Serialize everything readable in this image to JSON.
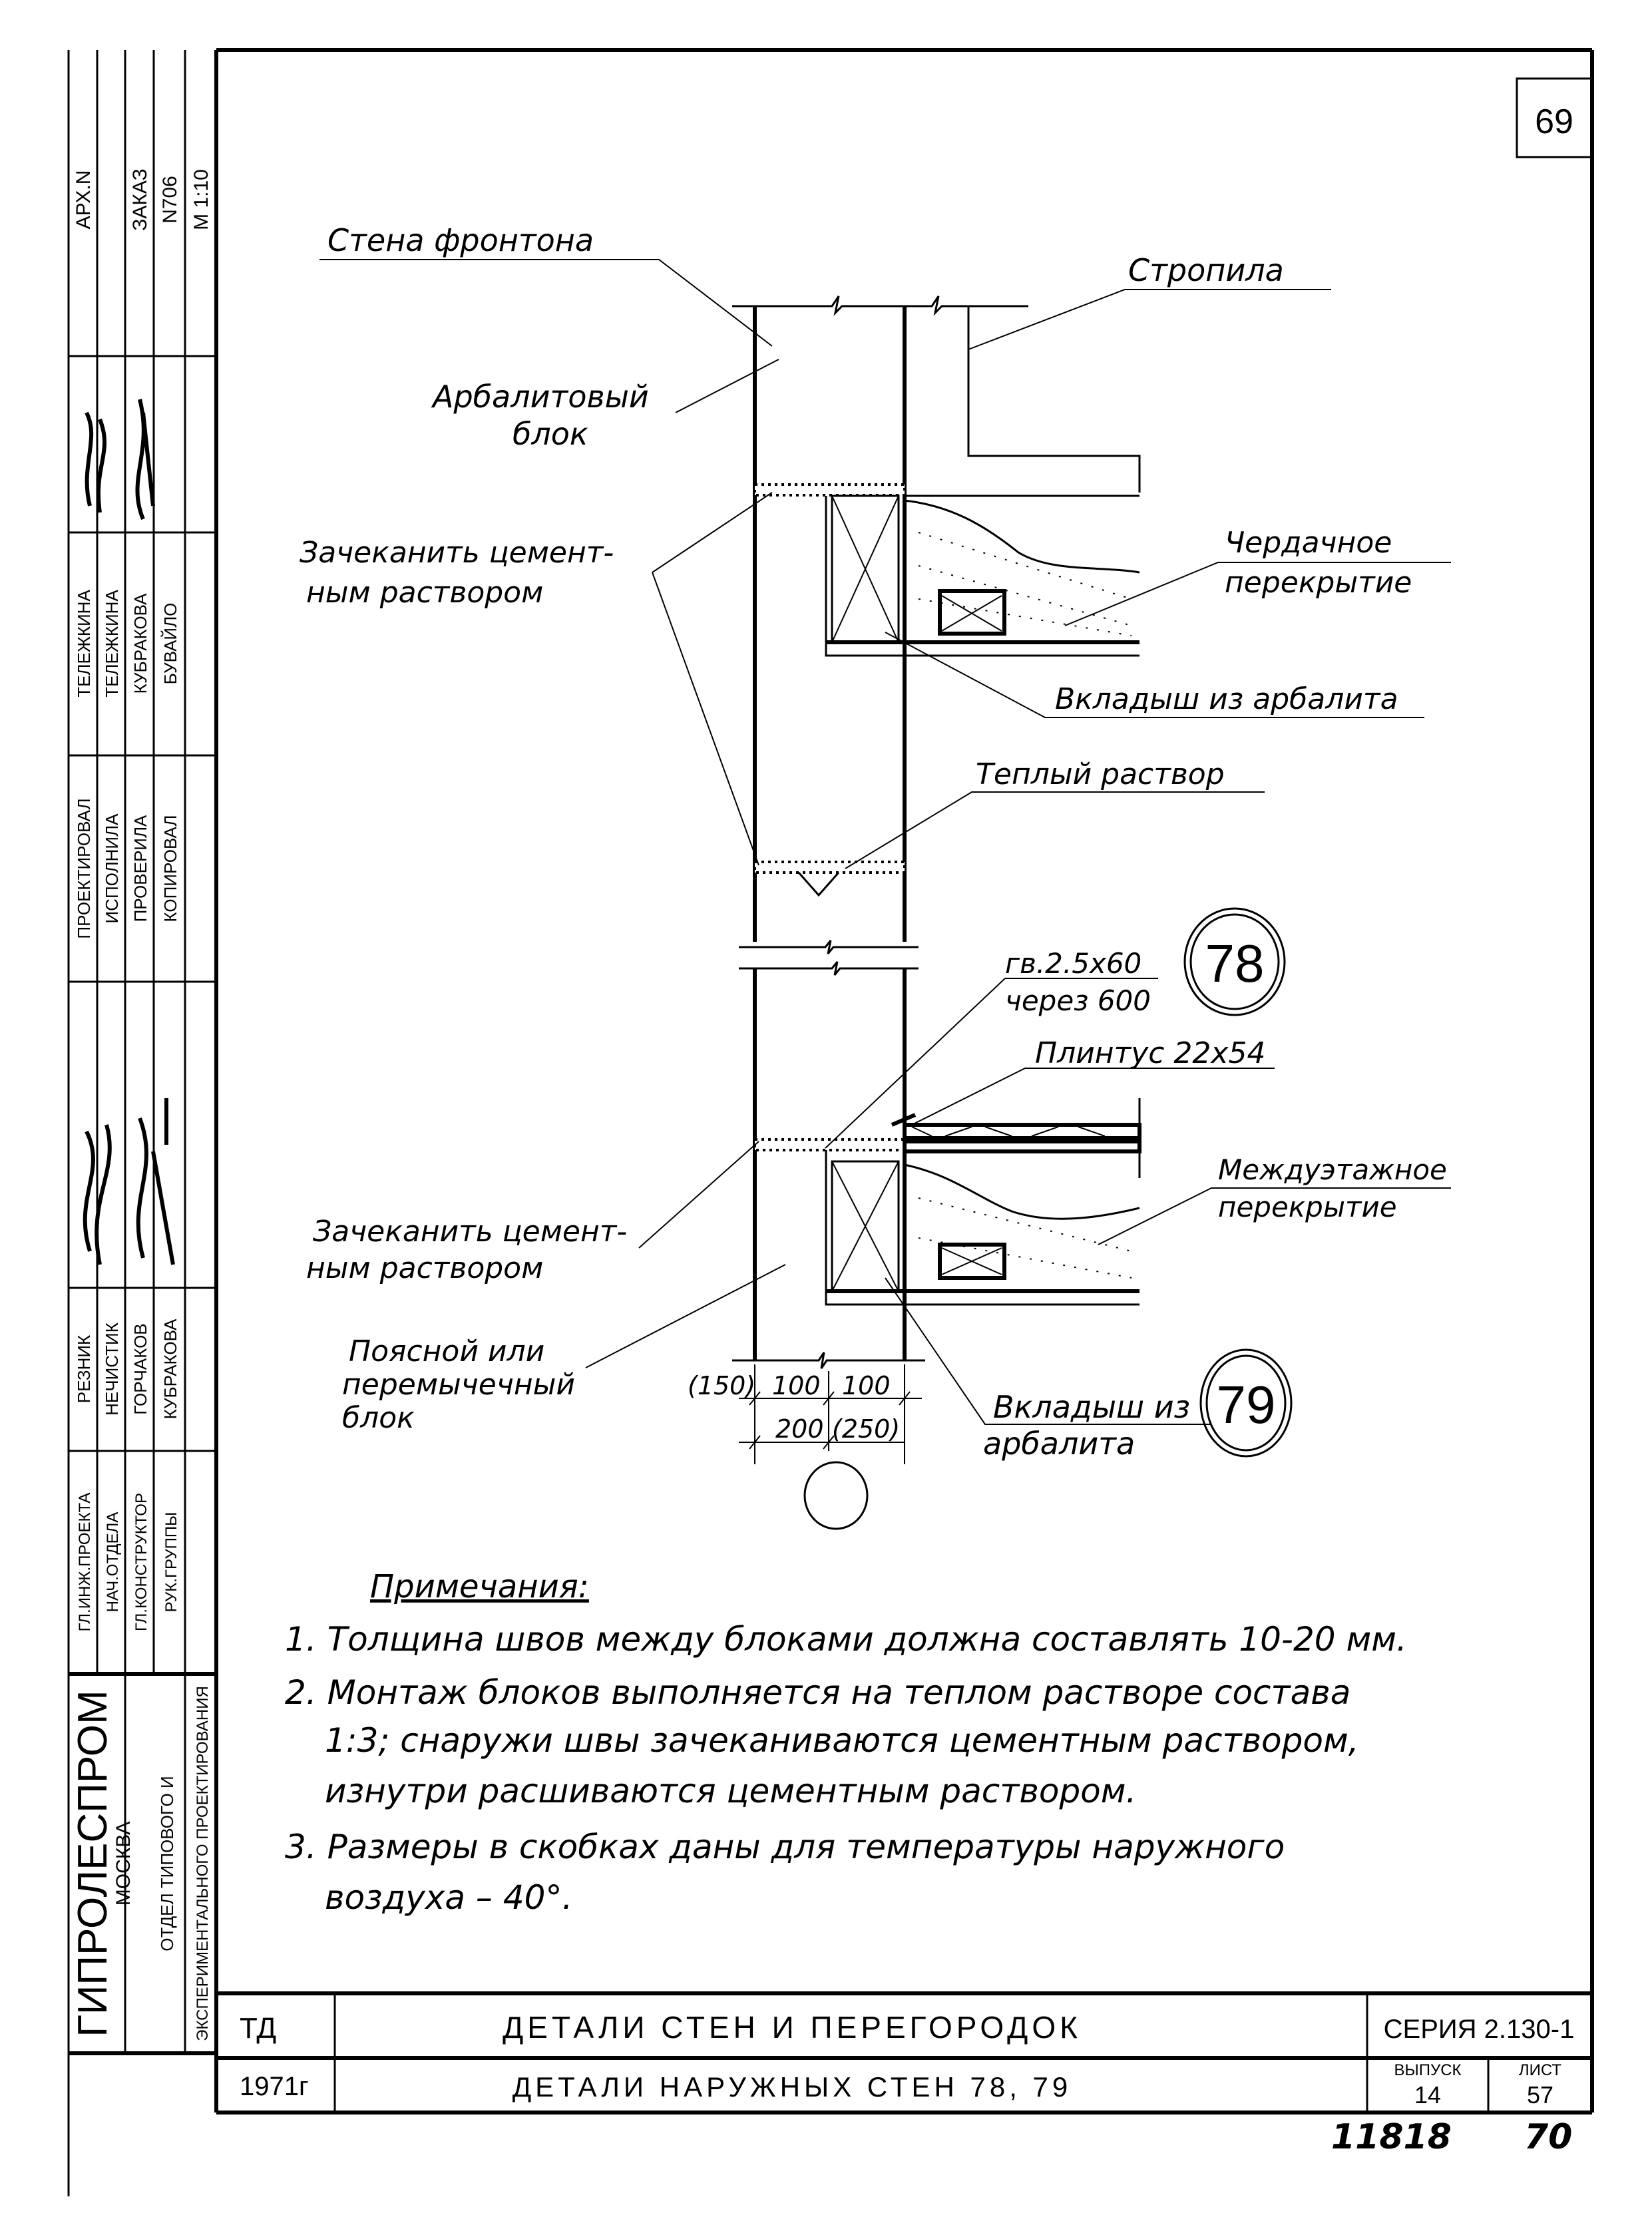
{
  "sheet": {
    "page_number": "69",
    "footer_code": "11818",
    "footer_page": "70"
  },
  "side_strip": {
    "archive": {
      "arch": "АРХ.N",
      "order": "ЗАКАЗ",
      "order_no": "N706",
      "scale": "М 1:10"
    },
    "names_top": [
      "ТЕЛЕЖКИНА",
      "ТЕЛЕЖКИНА",
      "КУБРАКОВА",
      "БУВАЙЛО"
    ],
    "titles_top": [
      "ПРОЕКТИРОВАЛ",
      "ИСПОЛНИЛА",
      "ПРОВЕРИЛА",
      "КОПИРОВАЛ"
    ],
    "names_bottom": [
      "РЕЗНИК",
      "НЕЧИСТИК",
      "ГОРЧАКОВ",
      "КУБРАКОВА"
    ],
    "titles_bottom": [
      "ГЛ.ИНЖ.ПРОЕКТА",
      "НАЧ.ОТДЕЛА",
      "ГЛ.КОНСТРУКТОР",
      "РУК.ГРУППЫ"
    ],
    "org": "ГИПРОЛЕСПРОМ",
    "city": "МОСКВА",
    "dept_1": "ОТДЕЛ ТИПОВОГО И",
    "dept_2": "ЭКСПЕРИМЕНТАЛЬНОГО ПРОЕКТИРОВАНИЯ"
  },
  "title_block": {
    "code": "ТД",
    "year": "1971г",
    "title": "ДЕТАЛИ СТЕН И ПЕРЕГОРОДОК",
    "subtitle": "ДЕТАЛИ НАРУЖНЫХ СТЕН 78, 79",
    "series": "СЕРИЯ 2.130-1",
    "issue_label": "ВЫПУСК",
    "issue": "14",
    "sheet_label": "ЛИСТ",
    "sheet": "57"
  },
  "drawing": {
    "labels": {
      "gable_wall": "Стена фронтона",
      "rafters": "Стропила",
      "block_1": "Арбалитовый",
      "block_2": "блок",
      "caulk_top_1": "Зачеканить цемент-",
      "caulk_top_2": "ным раствором",
      "attic_floor_1": "Чердачное",
      "attic_floor_2": "перекрытие",
      "insert_top": "Вкладыш из арбалита",
      "warm_mortar": "Теплый раствор",
      "nail_1": "гв.2.5х60",
      "nail_2": "через 600",
      "plinth": "Плинтус 22х54",
      "interfloor_1": "Междуэтажное",
      "interfloor_2": "перекрытие",
      "caulk_bot_1": "Зачеканить цемент-",
      "caulk_bot_2": "ным раствором",
      "lintel_1": "Поясной или",
      "lintel_2": "перемычечный",
      "lintel_3": "блок",
      "insert_bot_1": "Вкладыш из",
      "insert_bot_2": "арбалита"
    },
    "detail_marks": [
      "78",
      "79"
    ],
    "dimensions": {
      "d150": "(150)",
      "d100a": "100",
      "d100b": "100",
      "d200": "200",
      "d250": "(250)"
    }
  },
  "notes": {
    "heading": "Примечания:",
    "lines": [
      "1. Толщина швов между блоками должна составлять 10-20 мм.",
      "2. Монтаж блоков выполняется на теплом растворе состава",
      "1:3; снаружи швы зачеканиваются цементным раствором,",
      "изнутри расшиваются цементным раствором.",
      "3. Размеры в скобках даны для температуры наружного",
      "воздуха – 40°."
    ]
  }
}
